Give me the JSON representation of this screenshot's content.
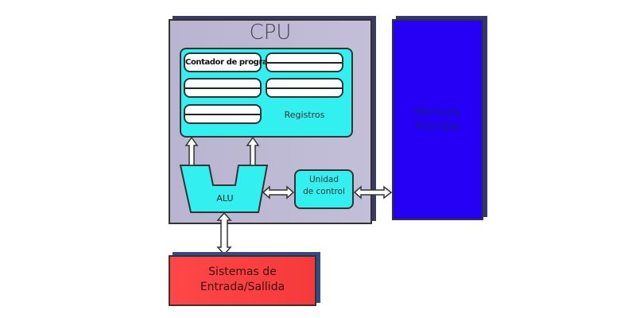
{
  "cpu": {
    "title": "CPU"
  },
  "registers": {
    "label": "Registros",
    "program_counter": "Contador de programa"
  },
  "alu": {
    "label": "ALU"
  },
  "control_unit": {
    "line1": "Unidad",
    "line2": "de control"
  },
  "memory": {
    "line1": "Memoria",
    "line2": "Principal"
  },
  "io": {
    "line1": "Sistemas de",
    "line2": "Entrada/Sallida"
  },
  "colors": {
    "cpu": "#bcb8d2",
    "registers": "#33f0f0",
    "memory": "#2500f5",
    "io": "#f54040"
  }
}
